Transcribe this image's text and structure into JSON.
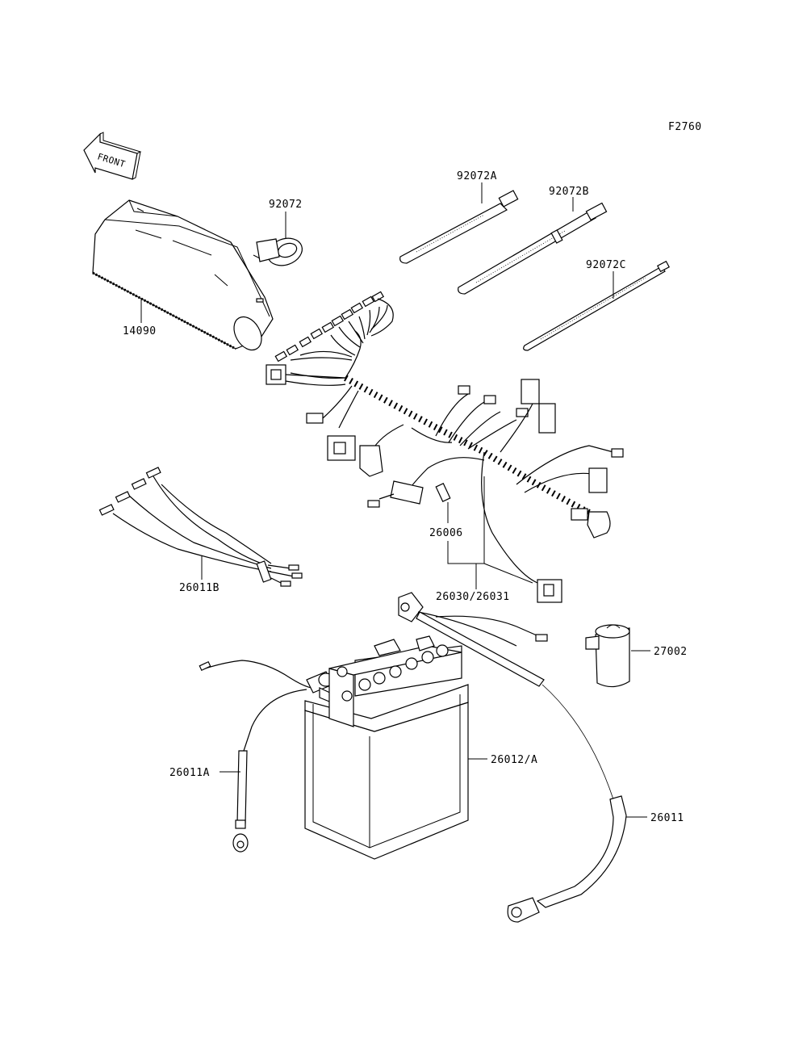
{
  "figure_code": "F2760",
  "front_arrow_label": "FRONT",
  "callouts": {
    "p14090": "14090",
    "p92072": "92072",
    "p92072A": "92072A",
    "p92072B": "92072B",
    "p92072C": "92072C",
    "p26011B": "26011B",
    "p26006": "26006",
    "p26030": "26030/26031",
    "p27002": "27002",
    "p26011A": "26011A",
    "p26012": "26012/A",
    "p26011": "26011"
  }
}
